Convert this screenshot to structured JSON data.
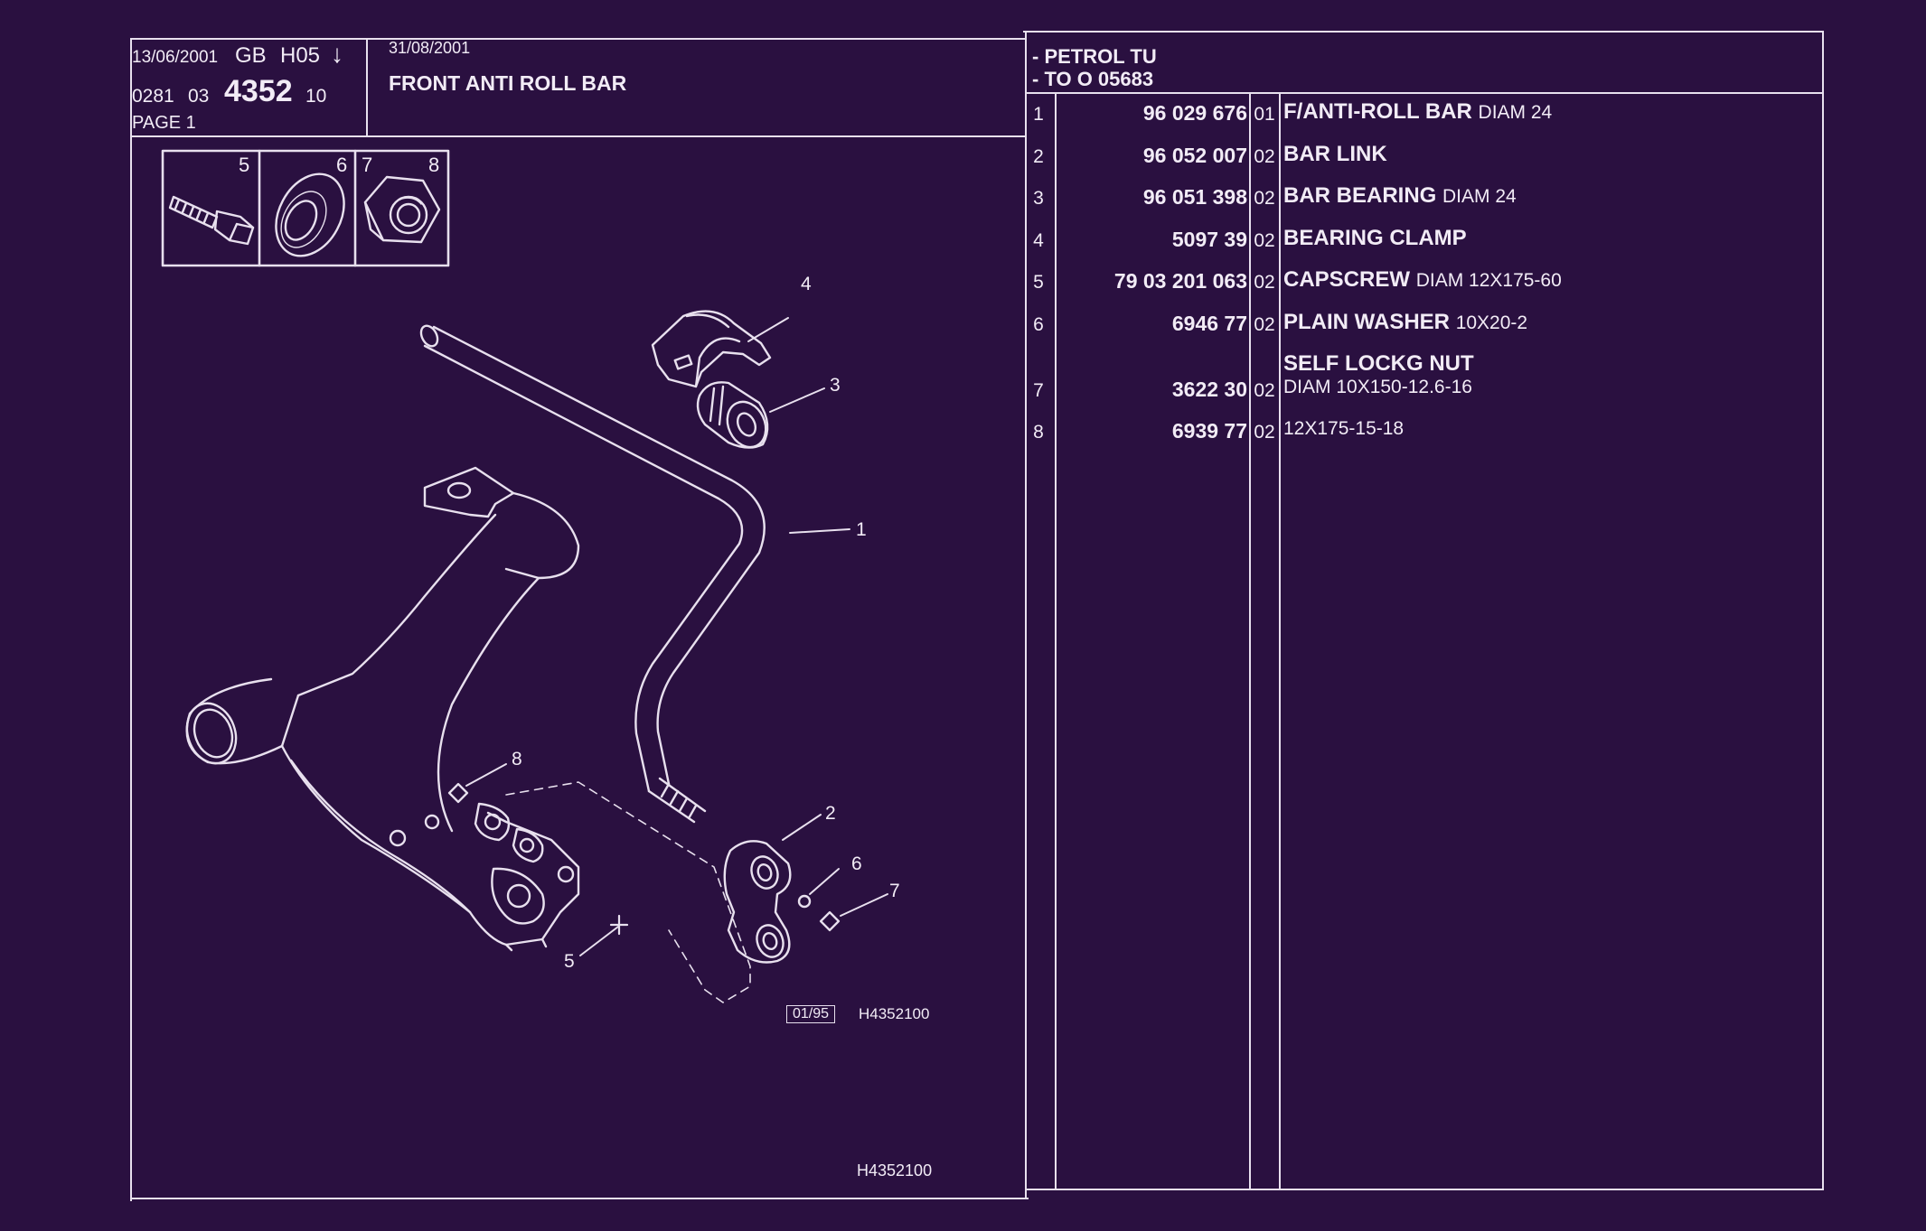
{
  "header": {
    "date1": "13/06/2001",
    "lang": "GB",
    "code": "H05",
    "arrow": "↓",
    "ref_a": "0281",
    "ref_b": "03",
    "ref_main": "4352",
    "ref_c": "10",
    "page": "PAGE  1",
    "date2": "31/08/2001",
    "title": "FRONT ANTI ROLL BAR"
  },
  "applicability": {
    "line1": "- PETROL TU",
    "line2": "- TO  O   05683"
  },
  "diagram": {
    "inset_labels": [
      "5",
      "6",
      "7",
      "8"
    ],
    "callouts": [
      "1",
      "2",
      "3",
      "4",
      "5",
      "6",
      "7",
      "8"
    ],
    "stamp": "01/95",
    "drawing_ref": "H4352100",
    "footer_ref": "H4352100"
  },
  "parts": [
    {
      "idx": "1",
      "part": "96 029 676",
      "qty": "01",
      "name": "F/ANTI-ROLL BAR",
      "spec": "DIAM 24"
    },
    {
      "idx": "2",
      "part": "96 052 007",
      "qty": "02",
      "name": "BAR LINK",
      "spec": ""
    },
    {
      "idx": "3",
      "part": "96 051 398",
      "qty": "02",
      "name": "BAR BEARING",
      "spec": "DIAM 24"
    },
    {
      "idx": "4",
      "part": "5097 39",
      "qty": "02",
      "name": "BEARING CLAMP",
      "spec": ""
    },
    {
      "idx": "5",
      "part": "79 03 201 063",
      "qty": "02",
      "name": "CAPSCREW",
      "spec": "DIAM 12X175-60"
    },
    {
      "idx": "6",
      "part": "6946 77",
      "qty": "02",
      "name": "PLAIN WASHER",
      "spec": "10X20-2"
    },
    {
      "idx": "7",
      "part": "3622 30",
      "qty": "02",
      "name": "SELF LOCKG NUT",
      "spec": "DIAM 10X150-12.6-16"
    },
    {
      "idx": "8",
      "part": "6939 77",
      "qty": "02",
      "name": "",
      "spec": "12X175-15-18"
    }
  ],
  "colors": {
    "background": "#2a1040",
    "lines": "#e8e0ee"
  }
}
